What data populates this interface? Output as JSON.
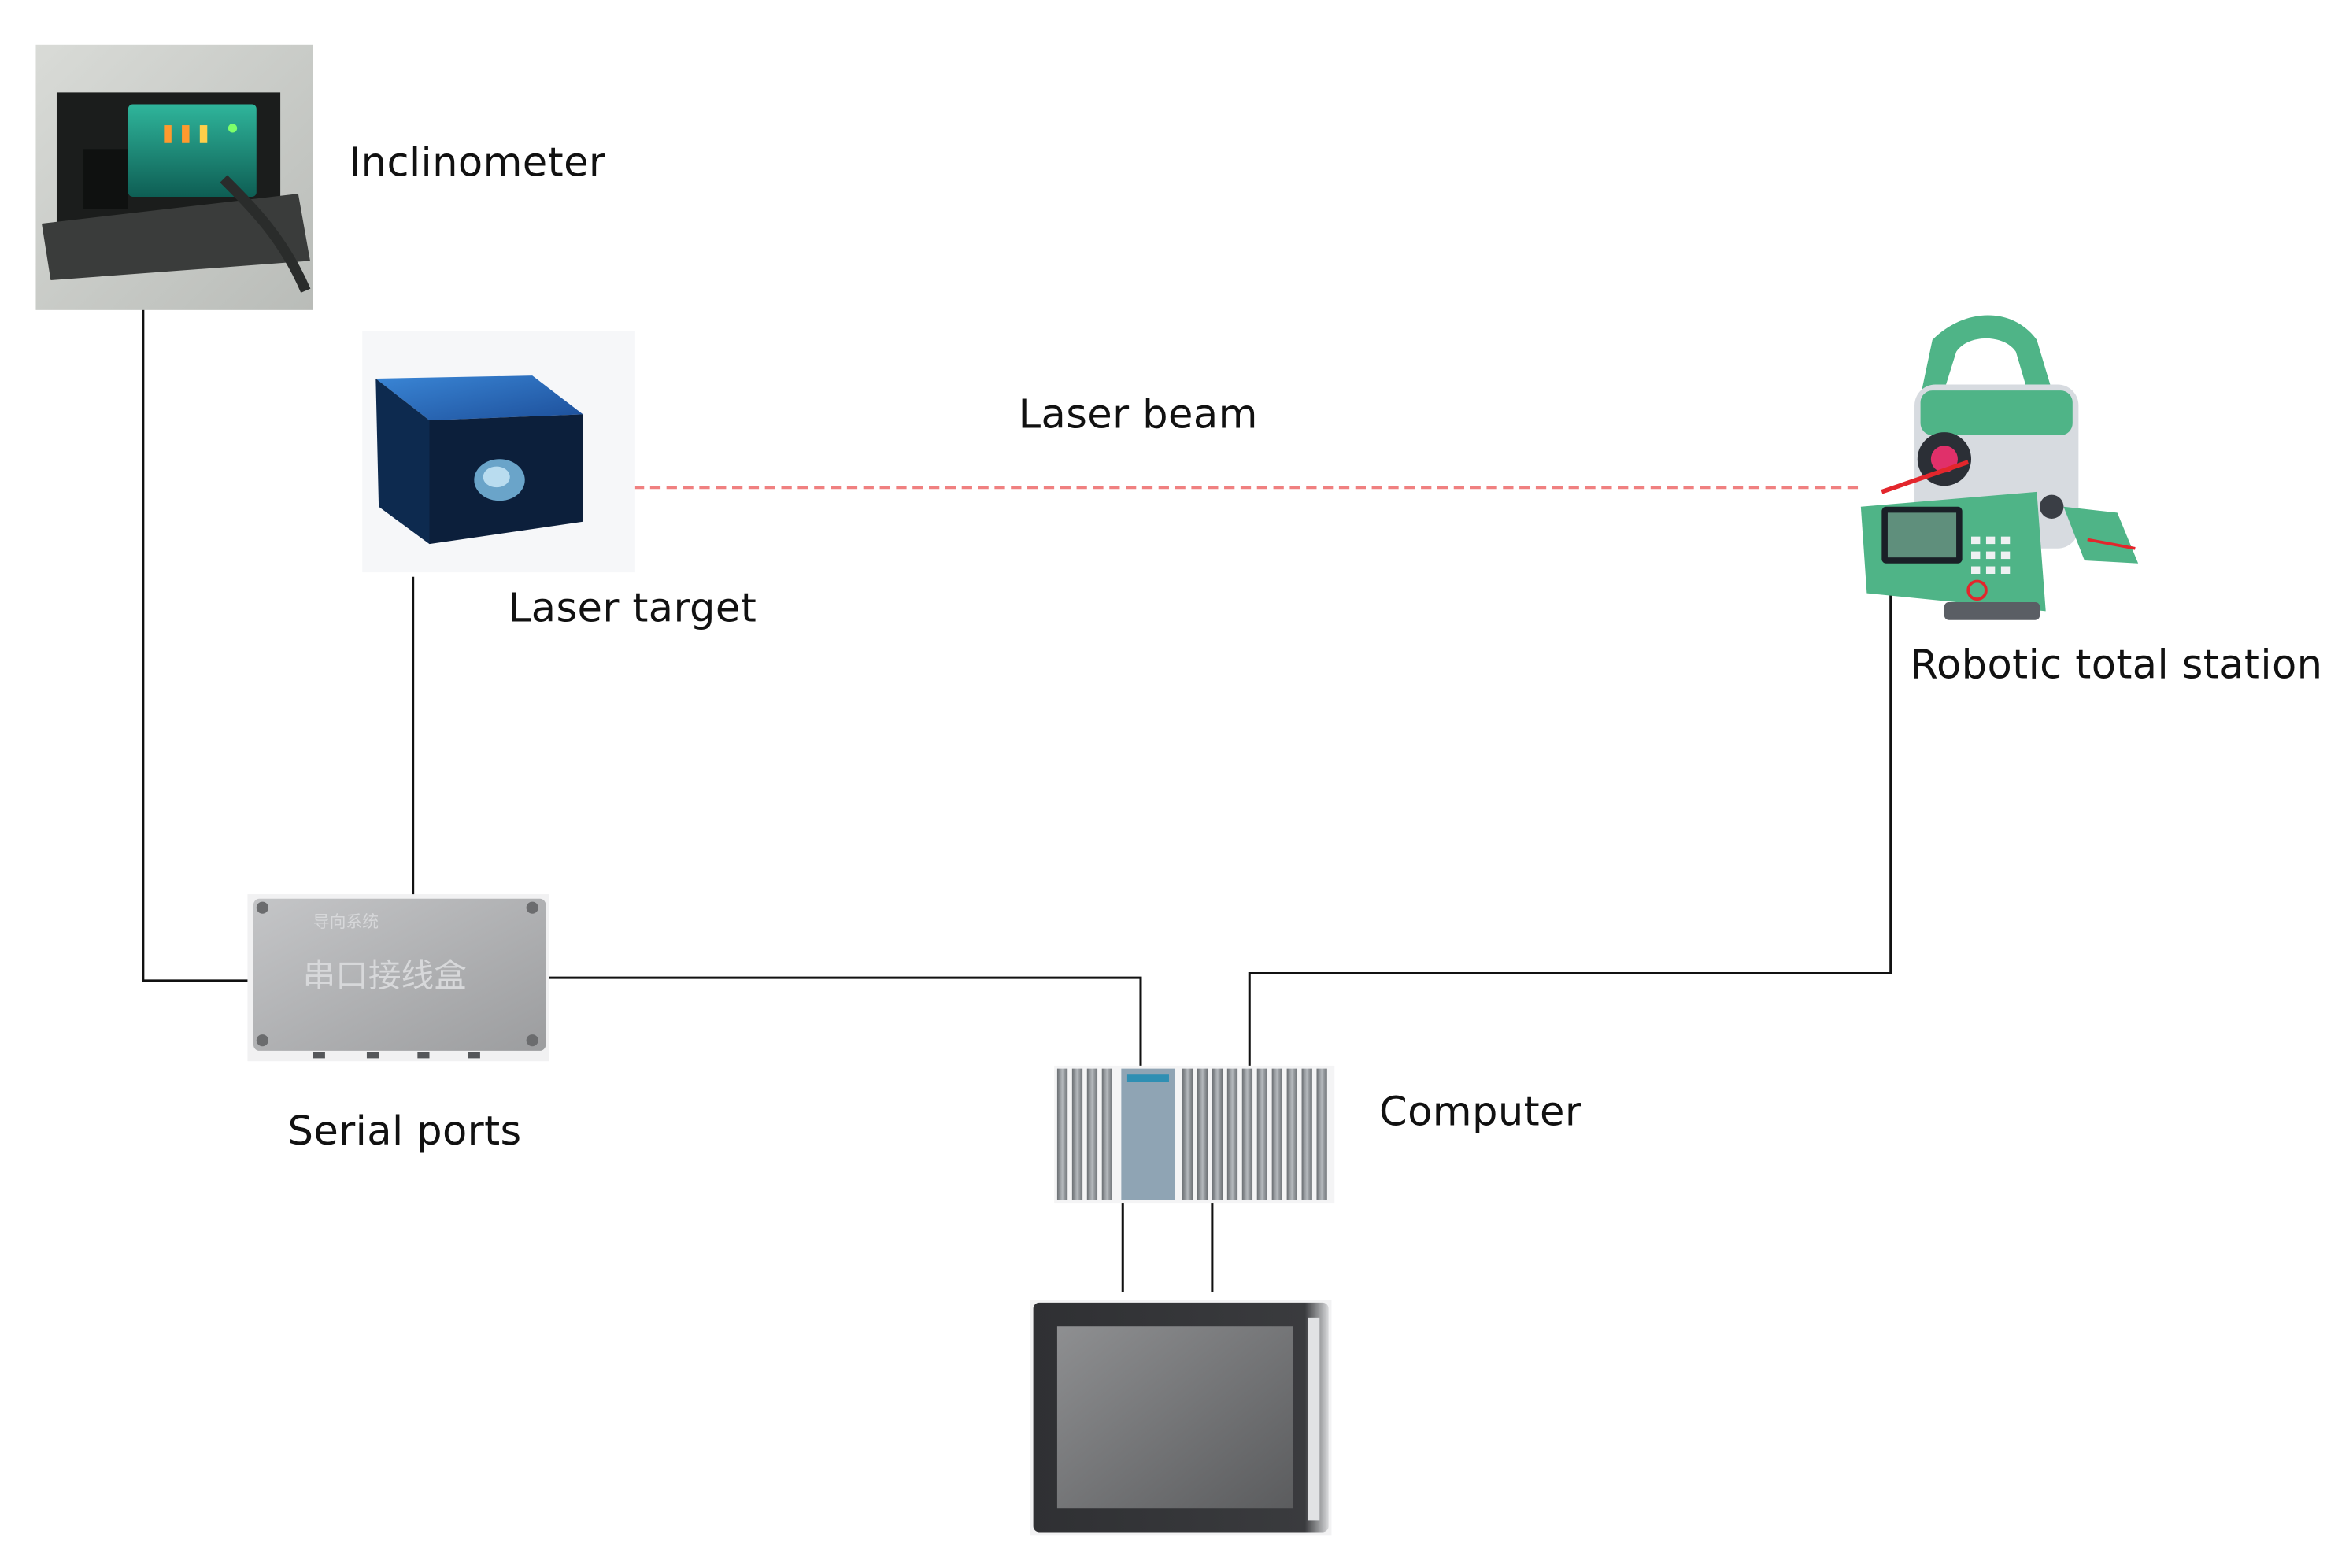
{
  "labels": {
    "inclinometer": "Inclinometer",
    "laser_beam": "Laser beam",
    "laser_target": "Laser target",
    "robotic_total_station": "Robotic total station",
    "serial_ports": "Serial ports",
    "computer": "Computer"
  },
  "device_text": {
    "serial_box_small": "导向系统",
    "serial_box_large": "串口接线盒"
  },
  "colors": {
    "wire": "#111111",
    "laser": "#f08080",
    "station_green": "#4fb487",
    "inclinometer_glow": "#1f8a78",
    "target_blue": "#1f5fae",
    "box_grey": "#a9a9ab"
  },
  "icons": {
    "inclinometer": "inclinometer-photo",
    "laser_target": "laser-target-photo",
    "total_station": "total-station-photo",
    "serial_box": "serial-junction-box-photo",
    "computer": "industrial-pc-photo",
    "monitor": "monitor-photo"
  }
}
